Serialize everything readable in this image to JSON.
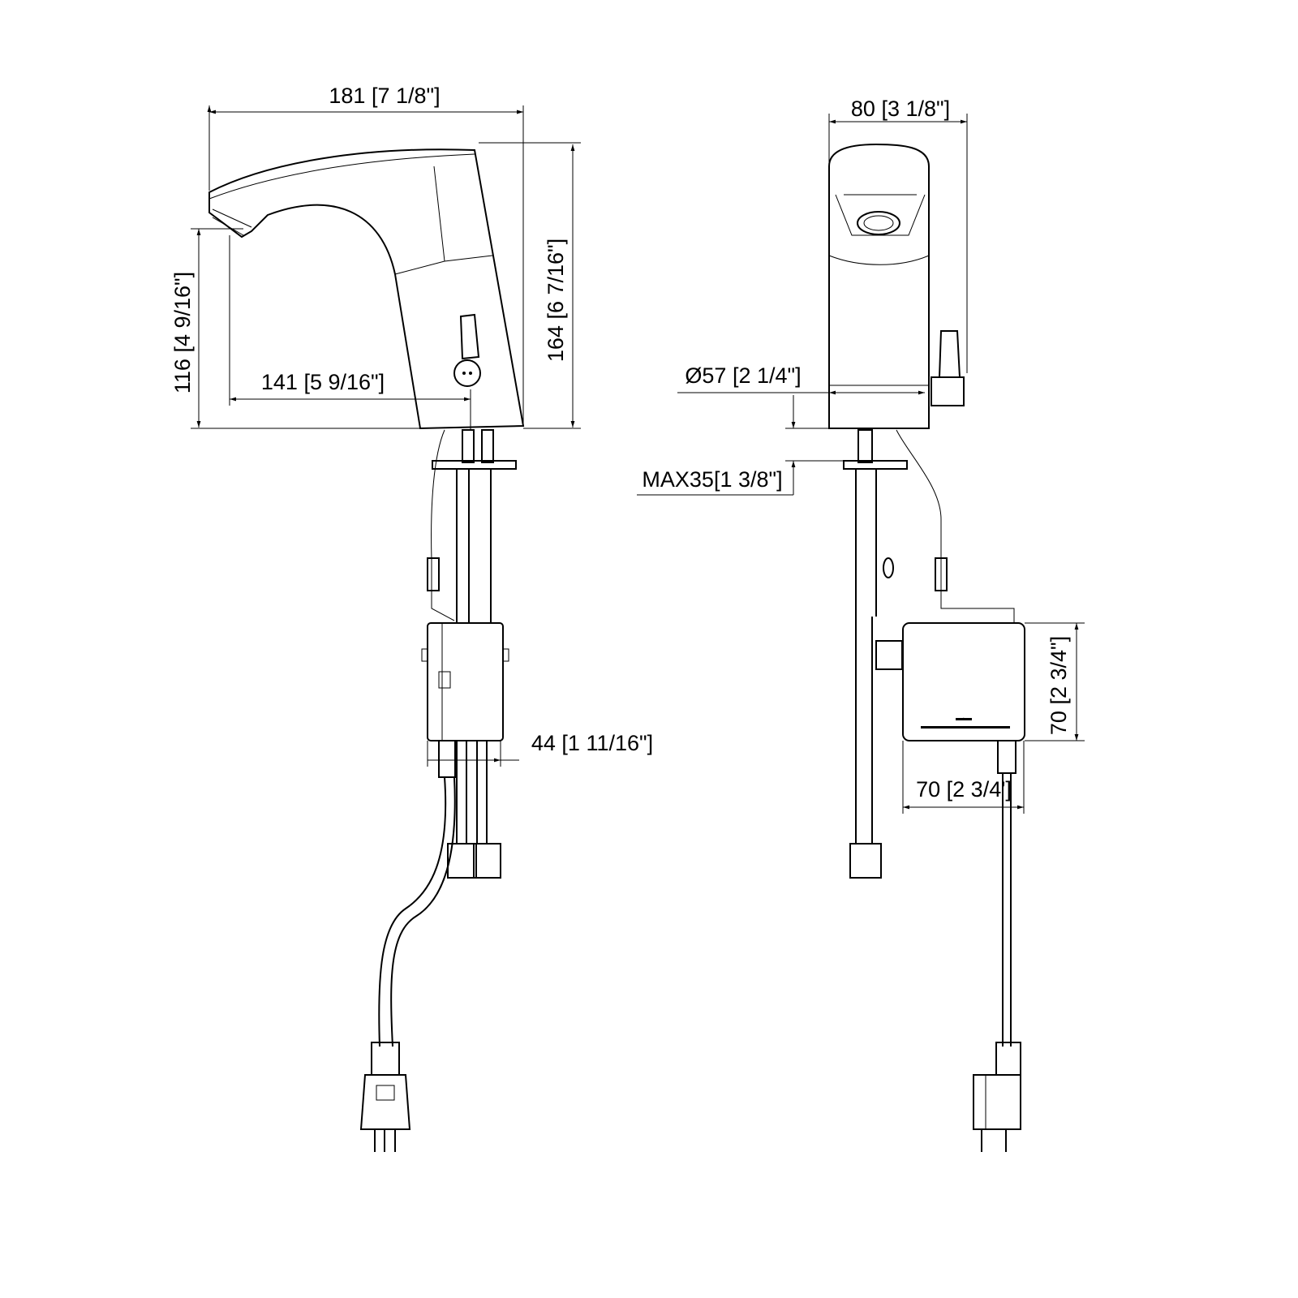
{
  "drawing": {
    "side_view": {
      "width_label": "181 [7 1/8\"]",
      "height_label": "164 [6 7/16\"]",
      "spout_height_label": "116 [4 9/16\"]",
      "reach_label": "141 [5 9/16\"]",
      "box_depth_label": "44 [1 11/16\"]"
    },
    "front_view": {
      "width_label": "80 [3 1/8\"]",
      "base_diameter_label": "Ø57 [2 1/4\"]",
      "deck_thickness_label": "MAX35[1 3/8\"]",
      "box_height_label": "70 [2 3/4\"]",
      "box_width_label": "70 [2 3/4']"
    },
    "colors": {
      "line": "#000000",
      "background": "#ffffff"
    }
  }
}
